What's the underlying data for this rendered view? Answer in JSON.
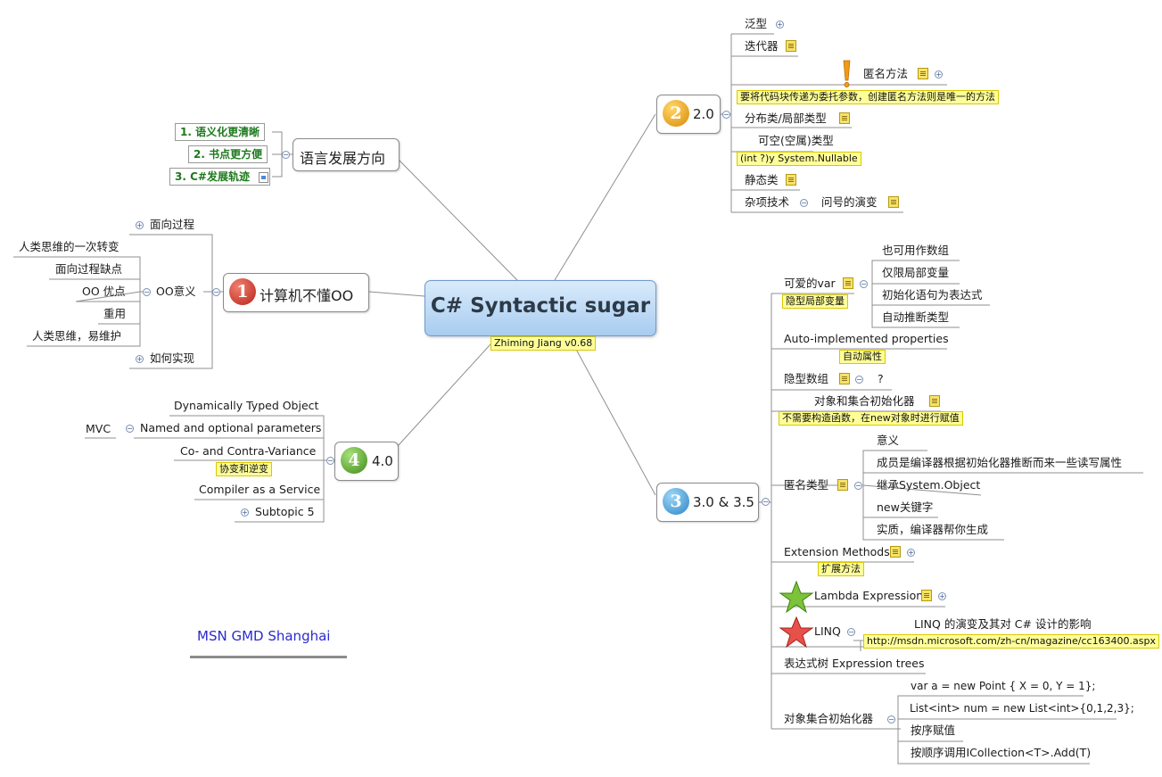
{
  "center": {
    "title": "C# Syntactic sugar",
    "note": "Zhiming Jiang v0.68"
  },
  "footer": {
    "text": "MSN GMD Shanghai"
  },
  "lang": {
    "title": "语言发展方向",
    "items": [
      "1. 语义化更清晰",
      "2. 书点更方便",
      "3. C#发展轨迹"
    ]
  },
  "oo": {
    "badge": "1",
    "title": "计算机不懂OO",
    "procedural": "面向过程",
    "meaning": "OO意义",
    "how": "如何实现",
    "meaning_items": [
      "人类思维的一次转变",
      "面向过程缺点",
      "OO 优点",
      "重用",
      "人类思维，易维护"
    ]
  },
  "v4": {
    "badge": "4",
    "title": "4.0",
    "items": [
      "Dynamically Typed Object",
      "Named and optional parameters",
      "Co- and Contra-Variance",
      "Compiler as a Service",
      "Subtopic 5"
    ],
    "mvc": "MVC",
    "variance_note": "协变和逆变"
  },
  "v2": {
    "badge": "2",
    "title": "2.0",
    "items": {
      "generic": "泛型",
      "iterator": "迭代器",
      "anonymous": "匿名方法",
      "anonymous_note": "要将代码块传递为委托参数，创建匿名方法则是唯一的方法",
      "partial": "分布类/局部类型",
      "nullable": "可空(空属)类型",
      "nullable_note": "(int ?)y  System.Nullable",
      "static": "静态类",
      "misc": "杂项技术",
      "question": "问号的演变"
    }
  },
  "v3": {
    "badge": "3",
    "title": "3.0 & 3.5",
    "var": "可爱的var",
    "var_note": "隐型局部变量",
    "var_items": [
      "也可用作数组",
      "仅限局部变量",
      "初始化语句为表达式",
      "自动推断类型"
    ],
    "auto_props": "Auto-implemented properties",
    "auto_props_note": "自动属性",
    "implicit_array": "隐型数组",
    "question_mark": "?",
    "obj_init": "对象和集合初始化器",
    "obj_init_note": "不需要构造函数，在new对象时进行赋值",
    "anon_type": "匿名类型",
    "anon_items": [
      "意义",
      "成员是编译器根据初始化器推断而来一些读写属性",
      "继承System.Object",
      "new关键字",
      "实质，编译器帮你生成"
    ],
    "ext": "Extension Methods",
    "ext_note": "扩展方法",
    "lambda": "Lambda Expression",
    "linq": "LINQ",
    "linq_title": "LINQ 的演变及其对 C# 设计的影响",
    "linq_url": "http://msdn.microsoft.com/zh-cn/magazine/cc163400.aspx",
    "expr_trees": "表达式树 Expression trees",
    "coll_init": "对象集合初始化器",
    "coll_items": [
      "var a = new Point { X = 0, Y = 1};",
      "List<int> num = new List<int>{0,1,2,3};",
      "按序赋值",
      "按顺序调用ICollection<T>.Add(T)"
    ]
  },
  "colors": {
    "center_fill": "#bcdaf6",
    "badge1": "#c0392b",
    "badge2": "#e8a317",
    "badge3": "#3c9ad6",
    "badge4": "#4c9a2a",
    "note_fill": "#ffff99",
    "green_text": "#1c7a1c",
    "footer_text": "#2a2ad0"
  }
}
